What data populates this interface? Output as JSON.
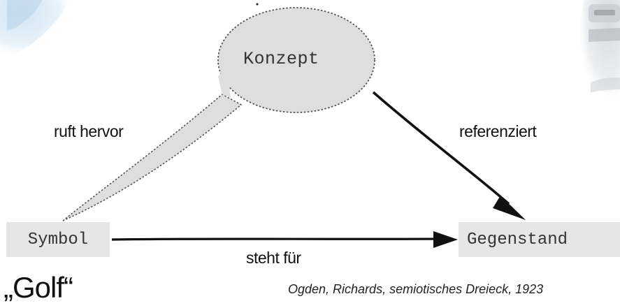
{
  "diagram": {
    "concept_label": "Konzept",
    "symbol_label": "Symbol",
    "object_label": "Gegenstand",
    "edge_evokes": "ruft hervor",
    "edge_refers": "referenziert",
    "edge_stands_for": "steht für",
    "example_word": "„Golf“",
    "citation": "Ogden, Richards, semiotisches Dreieck, 1923"
  },
  "colors": {
    "bubble_fill": "#dedede",
    "box_fill": "#e6e6e6",
    "arrow": "#111111"
  }
}
